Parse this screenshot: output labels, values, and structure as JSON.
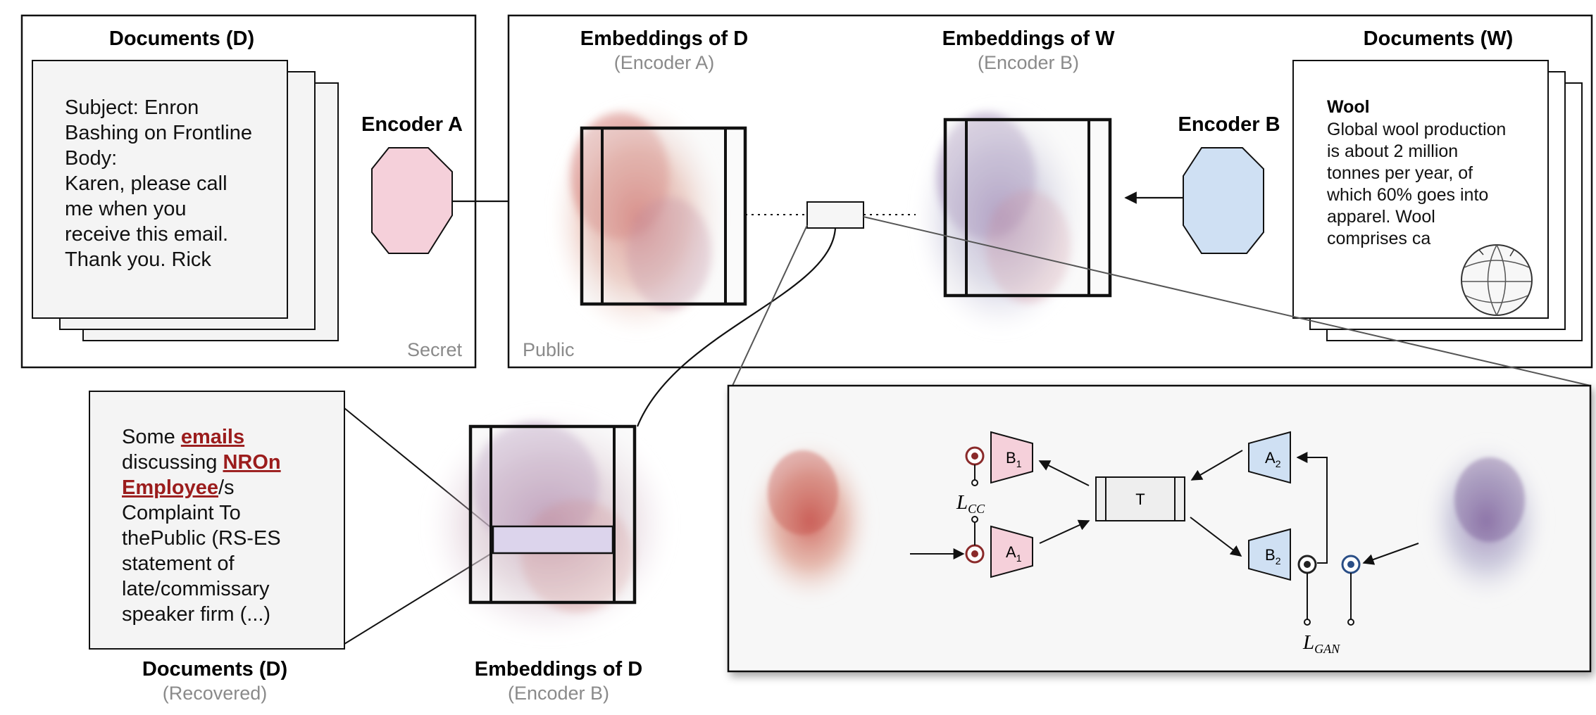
{
  "top_left": {
    "title": "Documents (D)",
    "doc_lines": [
      "Subject: Enron",
      "Bashing on Frontline",
      "Body:",
      "Karen, please call",
      "me when you",
      "receive this email.",
      "Thank you. Rick"
    ],
    "encoder_label": "Encoder A",
    "corner_label": "Secret"
  },
  "top_right": {
    "emb_d_title": "Embeddings of D",
    "emb_d_sub": "(Encoder A)",
    "emb_w_title": "Embeddings of W",
    "emb_w_sub": "(Encoder B)",
    "encoder_label": "Encoder B",
    "docs_w_title": "Documents (W)",
    "wiki_heading": "Wool",
    "wiki_lines": [
      "Global wool production",
      "is about 2 million",
      "tonnes per year, of",
      "which 60% goes into",
      "apparel. Wool",
      "comprises ca"
    ],
    "corner_label": "Public"
  },
  "bottom_left": {
    "recovered_lines": [
      [
        {
          "text": "Some "
        },
        {
          "text": "emails",
          "hl": true
        }
      ],
      [
        {
          "text": "discussing "
        },
        {
          "text": "NROn",
          "hl": true
        }
      ],
      [
        {
          "text": "Employee",
          "hl": true
        },
        {
          "text": "/s"
        }
      ],
      [
        {
          "text": "Complaint To"
        }
      ],
      [
        {
          "text": "thePublic (RS-ES"
        }
      ],
      [
        {
          "text": "statement of"
        }
      ],
      [
        {
          "text": "late/commissary"
        }
      ],
      [
        {
          "text": "speaker firm (...)"
        }
      ]
    ],
    "docs_title": "Documents (D)",
    "docs_sub": "(Recovered)",
    "emb_title": "Embeddings of D",
    "emb_sub": "(Encoder B)"
  },
  "inset": {
    "b1": "B",
    "b1_sub": "1",
    "a1": "A",
    "a1_sub": "1",
    "t": "T",
    "a2": "A",
    "a2_sub": "2",
    "b2": "B",
    "b2_sub": "2",
    "loss_cc": "L",
    "loss_cc_sub": "CC",
    "loss_gan": "L",
    "loss_gan_sub": "GAN"
  },
  "colors": {
    "encoder_a": "#f5d0da",
    "encoder_b": "#cfe0f3",
    "highlight_text": "#9b1c1c",
    "recovered_bar": "#dcd4ec",
    "ring_red": "#8a2a2a",
    "ring_blue": "#2a4e86"
  }
}
